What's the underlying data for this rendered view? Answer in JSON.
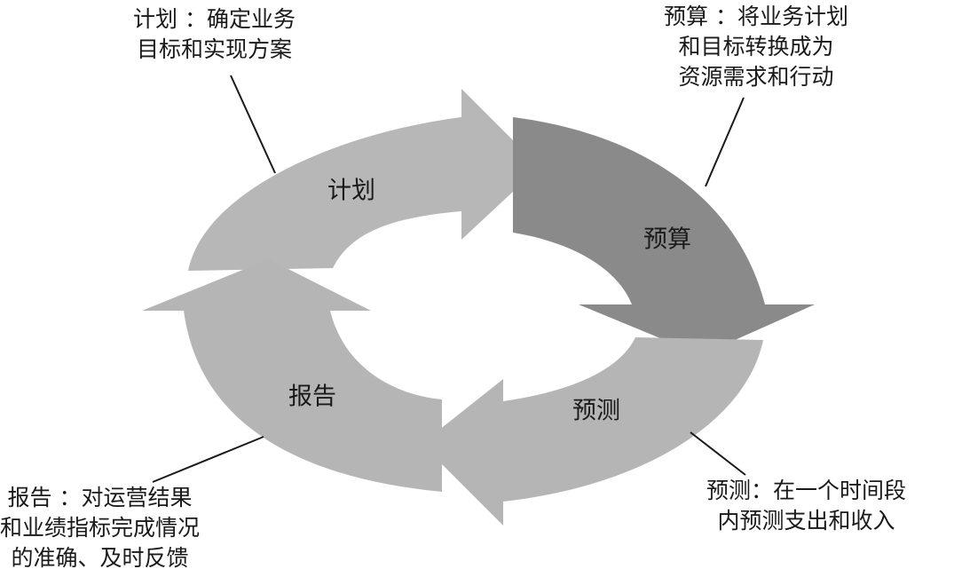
{
  "cycle": {
    "segments": [
      {
        "key": "plan",
        "label": "计划",
        "fill": "#b7b7b7"
      },
      {
        "key": "budget",
        "label": "预算",
        "fill": "#8a8a8a"
      },
      {
        "key": "forecast",
        "label": "预测",
        "fill": "#b5b5b5"
      },
      {
        "key": "report",
        "label": "报告",
        "fill": "#b5b5b5"
      }
    ]
  },
  "callouts": {
    "plan": [
      "计划 ：确定业务",
      "目标和实现方案"
    ],
    "budget": [
      "预算 ：将业务计划",
      "和目标转换成为",
      "资源需求和行动"
    ],
    "forecast": [
      "预测：在一个时间段",
      "内预测支出和收入"
    ],
    "report": [
      "报告 ：对运营结果",
      "和业绩指标完成情况",
      "的准确、及时反馈"
    ]
  }
}
